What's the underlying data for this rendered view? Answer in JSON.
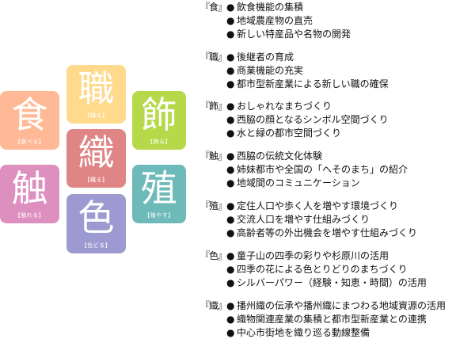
{
  "tiles": [
    {
      "kanji": "食",
      "reading": "【食べる】",
      "color": "#FFB996"
    },
    {
      "kanji": "職",
      "reading": "【職る】",
      "color": "#FFD98C"
    },
    {
      "kanji": "飾",
      "reading": "【飾る】",
      "color": "#B6D94A"
    },
    {
      "kanji": "織",
      "reading": "【織る】",
      "color": "#E08585"
    },
    {
      "kanji": "触",
      "reading": "【触れる】",
      "color": "#DD8FBF"
    },
    {
      "kanji": "殖",
      "reading": "【殖やす】",
      "color": "#6DBAB8"
    },
    {
      "kanji": "色",
      "reading": "【色どる】",
      "color": "#9C9AD0"
    }
  ],
  "bullet": "●",
  "groups": [
    {
      "label": "『食』",
      "items": [
        "飲食機能の集積",
        "地域農産物の直売",
        "新しい特産品や名物の開発"
      ]
    },
    {
      "label": "『職』",
      "items": [
        "後継者の育成",
        "商業機能の充実",
        "都市型新産業による新しい職の確保"
      ]
    },
    {
      "label": "『飾』",
      "items": [
        "おしゃれなまちづくり",
        "西脇の顔となるシンボル空間づくり",
        "水と緑の都市空間づくり"
      ]
    },
    {
      "label": "『触』",
      "items": [
        "西脇の伝統文化体験",
        "姉妹都市や全国の「へそのまち」の紹介",
        "地域間のコミュニケーション"
      ]
    },
    {
      "label": "『殖』",
      "items": [
        "定住人口や歩く人を増やす環境づくり",
        "交流人口を増やす仕組みづくり",
        "高齢者等の外出機会を増やす仕組みづくり"
      ]
    },
    {
      "label": "『色』",
      "items": [
        "童子山の四季の彩りや杉原川の活用",
        "四季の花による色とりどりのまちづくり",
        "シルバーパワー（経験・知恵・時間）の活用"
      ]
    },
    {
      "label": "『織』",
      "items": [
        "播州織の伝承や播州織にまつわる地域資源の活用",
        "織物関連産業の集積と都市型新産業との連携",
        "中心市街地を織り巡る動線整備"
      ]
    }
  ]
}
